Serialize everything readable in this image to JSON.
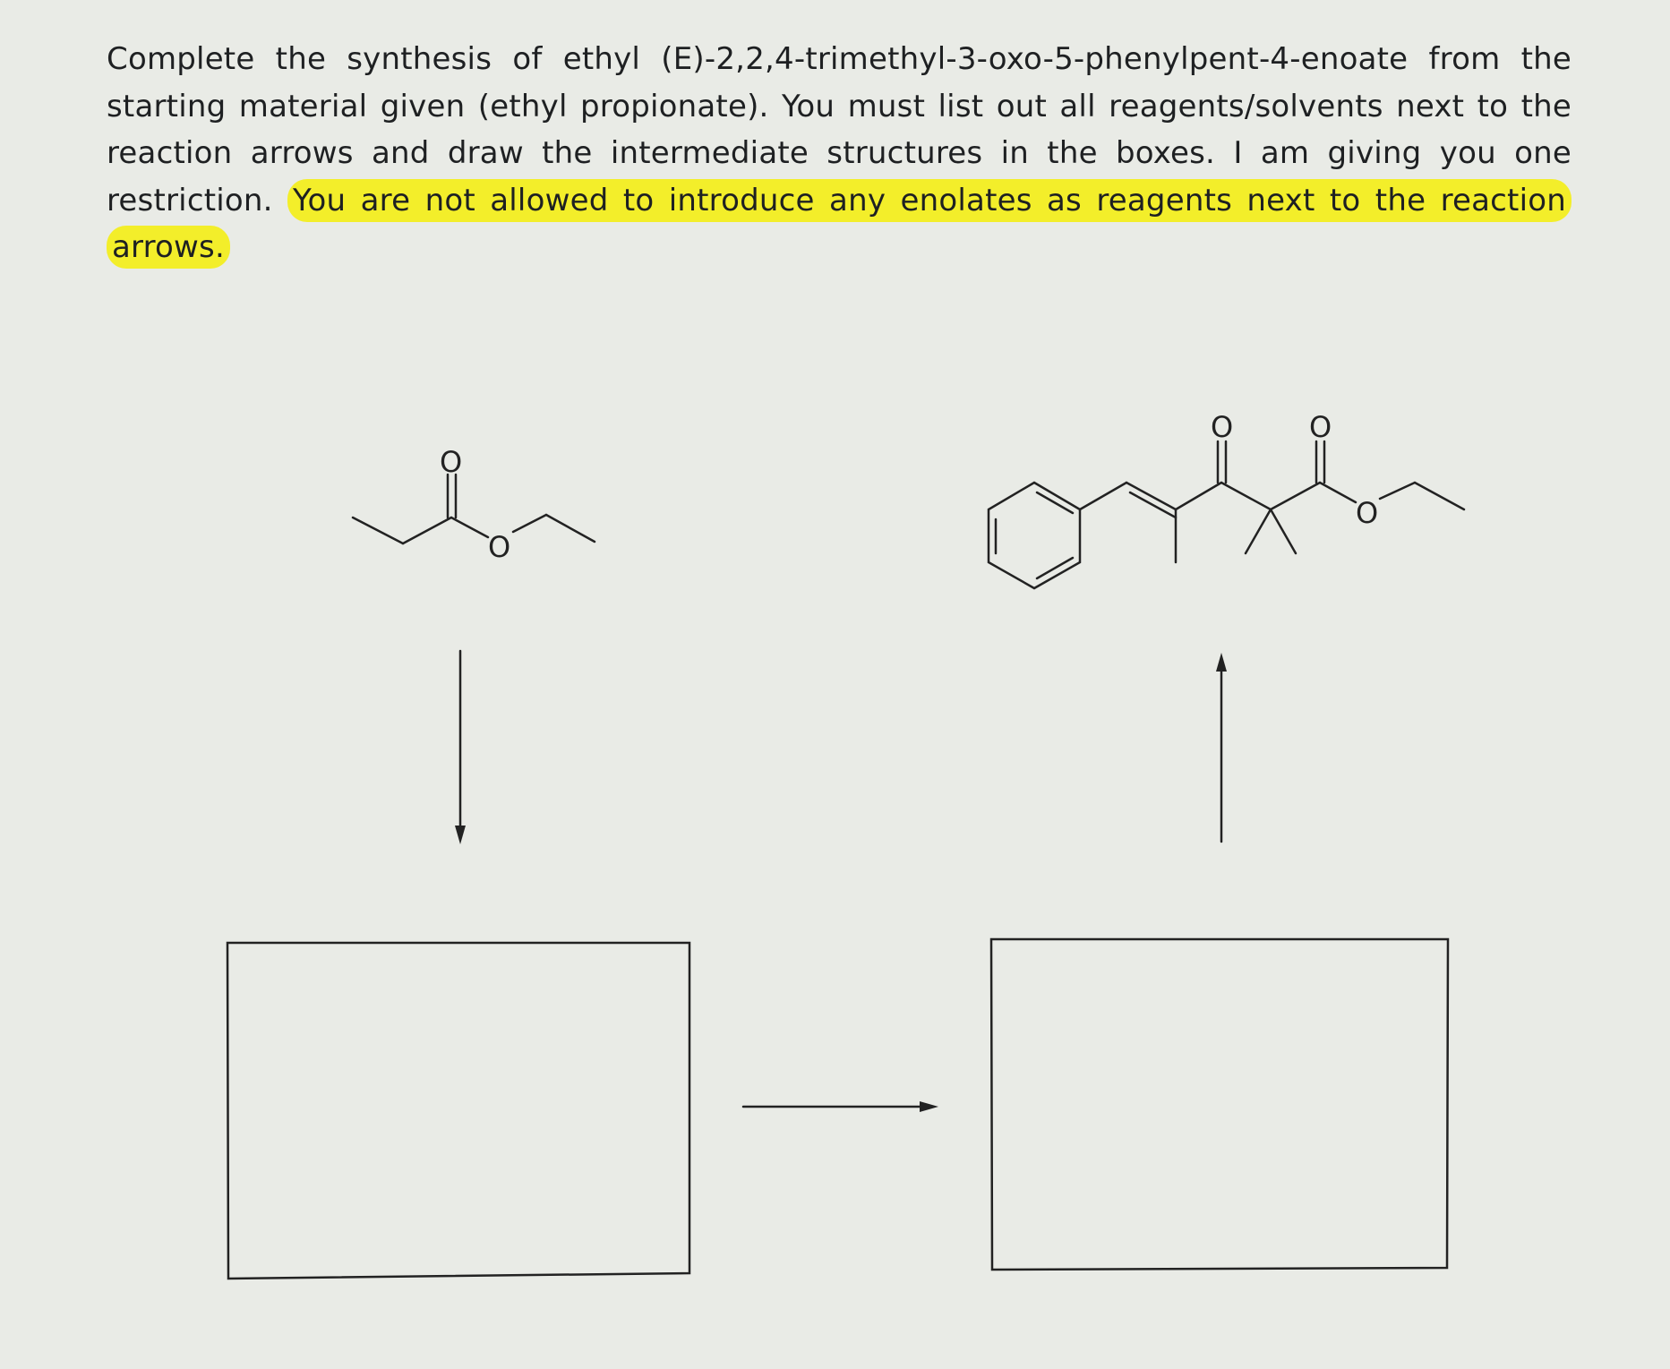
{
  "problem": {
    "text_before_highlight": "Complete the synthesis of ethyl (E)-2,2,4-trimethyl-3-oxo-5-phenylpent-4-enoate from the starting material given (ethyl propionate). You must list out all reagents/solvents next to the reaction arrows and draw the intermediate structures in the boxes. I am giving you one restriction. ",
    "highlighted_text": "You are not allowed to introduce any enolates as reagents next to the reaction arrows.",
    "highlight_color": "#f3ee2a"
  },
  "starting_material": {
    "atom_labels": [
      "O",
      "O"
    ]
  },
  "target_product": {
    "atom_labels": [
      "O",
      "O",
      "O"
    ]
  },
  "reaction_arrows": [
    {
      "direction": "down",
      "reagents": ""
    },
    {
      "direction": "right",
      "reagents": ""
    },
    {
      "direction": "up",
      "reagents": ""
    }
  ],
  "boxes": [
    {
      "content": ""
    },
    {
      "content": ""
    }
  ]
}
